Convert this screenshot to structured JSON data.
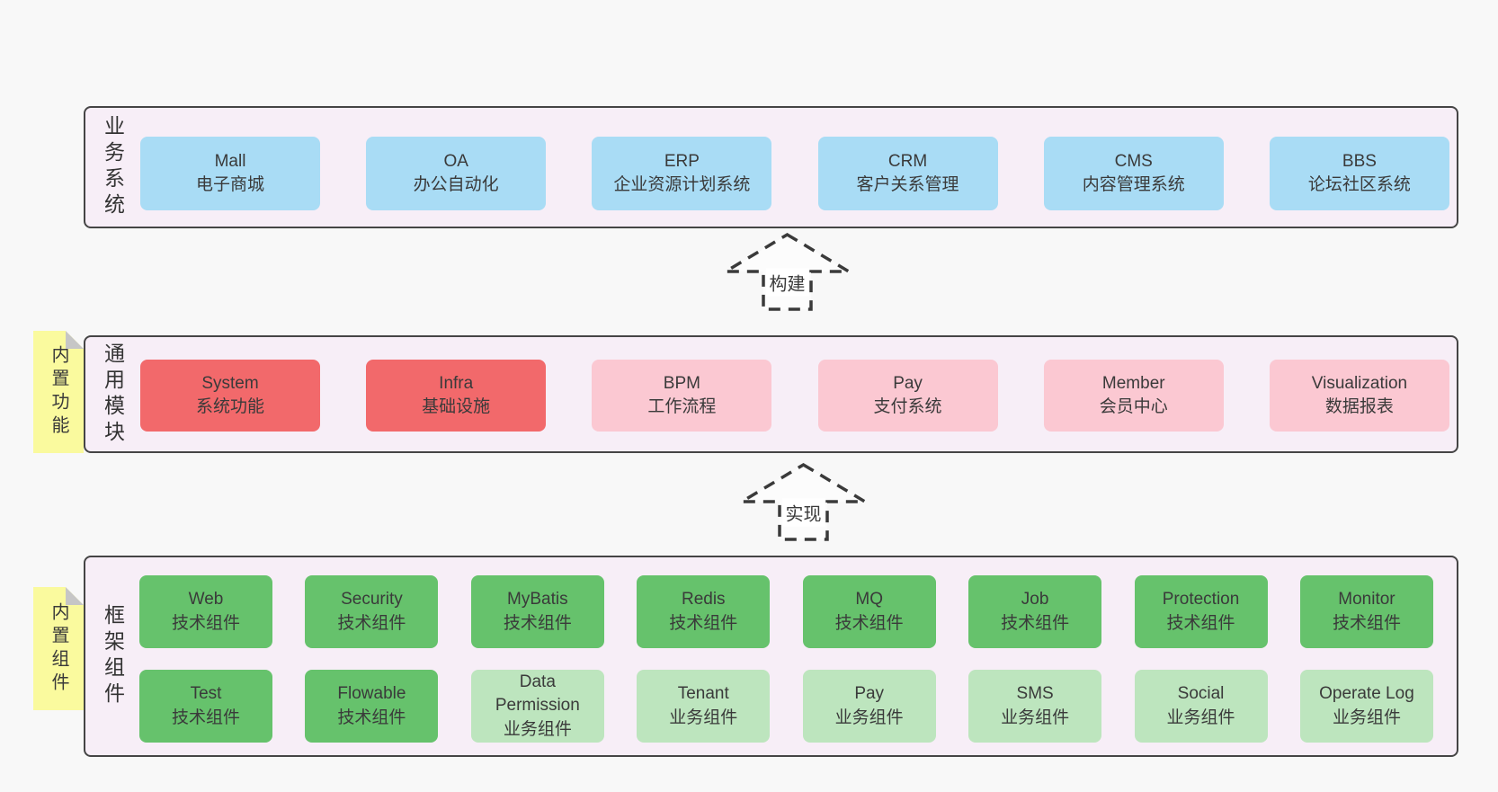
{
  "bands": [
    {
      "label": "业务系统",
      "boxes": [
        {
          "en": "Mall",
          "zh": "电子商城",
          "variant": "blue"
        },
        {
          "en": "OA",
          "zh": "办公自动化",
          "variant": "blue"
        },
        {
          "en": "ERP",
          "zh": "企业资源计划系统",
          "variant": "blue"
        },
        {
          "en": "CRM",
          "zh": "客户关系管理",
          "variant": "blue"
        },
        {
          "en": "CMS",
          "zh": "内容管理系统",
          "variant": "blue"
        },
        {
          "en": "BBS",
          "zh": "论坛社区系统",
          "variant": "blue"
        }
      ]
    },
    {
      "label": "通用模块",
      "sticky": "内置功能",
      "boxes": [
        {
          "en": "System",
          "zh": "系统功能",
          "variant": "red"
        },
        {
          "en": "Infra",
          "zh": "基础设施",
          "variant": "red"
        },
        {
          "en": "BPM",
          "zh": "工作流程",
          "variant": "pink"
        },
        {
          "en": "Pay",
          "zh": "支付系统",
          "variant": "pink"
        },
        {
          "en": "Member",
          "zh": "会员中心",
          "variant": "pink"
        },
        {
          "en": "Visualization",
          "zh": "数据报表",
          "variant": "pink"
        }
      ]
    },
    {
      "label": "框架组件",
      "sticky": "内置组件",
      "rows": [
        [
          {
            "en": "Web",
            "zh": "技术组件",
            "variant": "green"
          },
          {
            "en": "Security",
            "zh": "技术组件",
            "variant": "green"
          },
          {
            "en": "MyBatis",
            "zh": "技术组件",
            "variant": "green"
          },
          {
            "en": "Redis",
            "zh": "技术组件",
            "variant": "green"
          },
          {
            "en": "MQ",
            "zh": "技术组件",
            "variant": "green"
          },
          {
            "en": "Job",
            "zh": "技术组件",
            "variant": "green"
          },
          {
            "en": "Protection",
            "zh": "技术组件",
            "variant": "green"
          },
          {
            "en": "Monitor",
            "zh": "技术组件",
            "variant": "green"
          }
        ],
        [
          {
            "en": "Test",
            "zh": "技术组件",
            "variant": "green"
          },
          {
            "en": "Flowable",
            "zh": "技术组件",
            "variant": "green"
          },
          {
            "en": "Data Permission",
            "zh": "业务组件",
            "variant": "lightgreen"
          },
          {
            "en": "Tenant",
            "zh": "业务组件",
            "variant": "lightgreen"
          },
          {
            "en": "Pay",
            "zh": "业务组件",
            "variant": "lightgreen"
          },
          {
            "en": "SMS",
            "zh": "业务组件",
            "variant": "lightgreen"
          },
          {
            "en": "Social",
            "zh": "业务组件",
            "variant": "lightgreen"
          },
          {
            "en": "Operate Log",
            "zh": "业务组件",
            "variant": "lightgreen"
          }
        ]
      ]
    }
  ],
  "arrows": [
    {
      "label": "构建"
    },
    {
      "label": "实现"
    }
  ],
  "colors": {
    "page_background": "#f8f8f8",
    "band_background": "#f7eef7",
    "band_border": "#454545",
    "system_blue": "#a9dcf5",
    "core_red": "#f2696b",
    "core_pink": "#fbc8d2",
    "tech_green": "#66c26c",
    "biz_light_green": "#bde5be",
    "sticky_yellow": "#fafa9e",
    "sticky_fold_gray": "#c6c6c6",
    "text": "#3a3a3a"
  }
}
